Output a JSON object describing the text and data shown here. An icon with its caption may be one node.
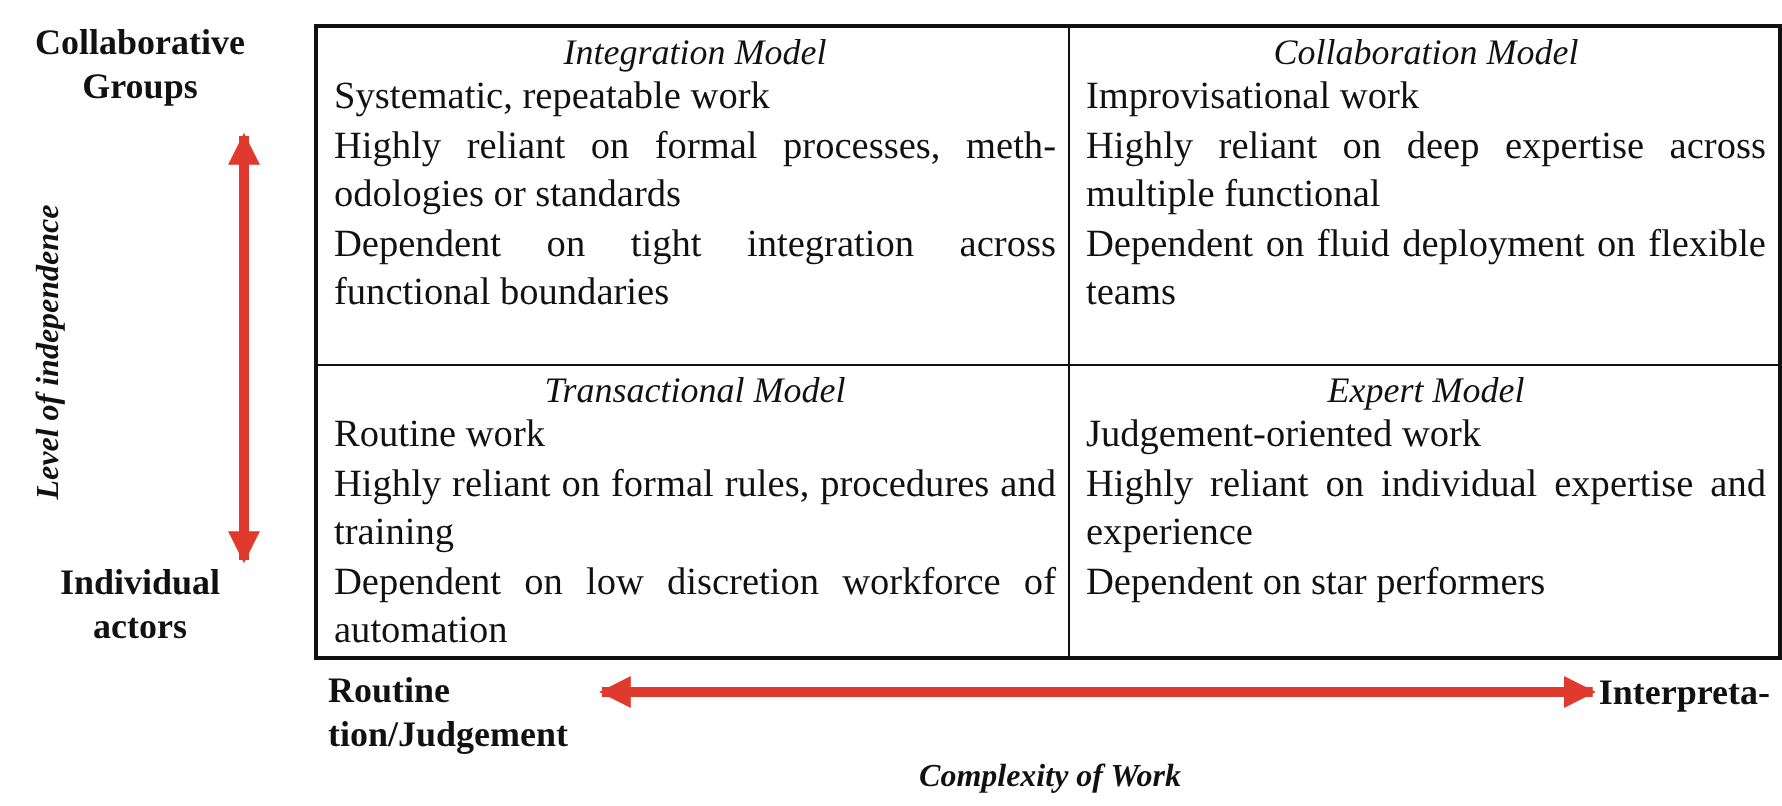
{
  "diagram": {
    "nodes": [
      {
        "text": [
          "Integration Model",
          "Systematic, repeatable work",
          "Highly reliant on formal processes, meth- odologies or standards",
          "Dependent on tight integration across functional boundaries"
        ]
      },
      {
        "text": [
          "Collaboration Model",
          "Improvisational work",
          "Highly reliant on deep expertise across multiple functional",
          "Dependent on fluid deployment on flexible teams"
        ]
      },
      {
        "text": [
          "Transactional Model",
          "Routine work",
          "Highly reliant on formal rules, procedures and training",
          "Dependent on low discretion workforce of automation"
        ]
      },
      {
        "text": [
          "Expert Model",
          "Judgement-oriented work",
          "Highly reliant on individual expertise and experience",
          "Dependent on star performers"
        ]
      },
      {
        "text": [
          "Collaborative Groups"
        ]
      },
      {
        "text": [
          "Individual actors"
        ]
      },
      {
        "text": [
          "Routine tion/Judgement"
        ]
      },
      {
        "text": [
          "Interpreta-"
        ]
      }
    ],
    "edges": [
      {
        "from": 4,
        "to": 5,
        "arrow": "both",
        "color": "#e03a2e"
      },
      {
        "from": 6,
        "to": 7,
        "arrow": "both",
        "color": "#e03a2e"
      }
    ],
    "labels": [
      "Level of independence",
      "Complexity of Work"
    ]
  }
}
